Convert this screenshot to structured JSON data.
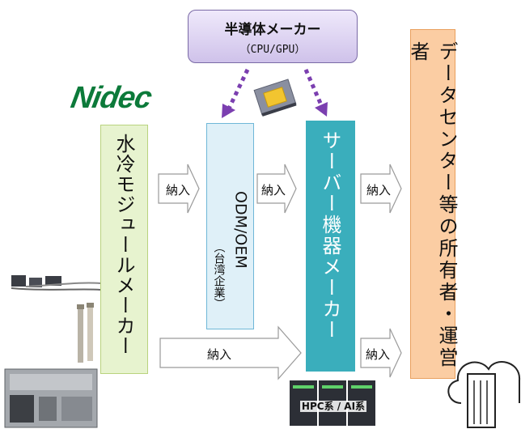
{
  "semiconductor": {
    "title": "半導体メーカー",
    "subtitle": "（CPU/GPU）"
  },
  "logo": "Nidec",
  "boxes": {
    "water_cooling": "水冷モジュールメーカー",
    "odm_main": "ODM/OEM",
    "odm_sub": "（台湾企業）",
    "server_maker": "サーバー機器メーカー",
    "datacenter": "データセンター等の所有者・運営者"
  },
  "arrows": {
    "deliver_1": "納入",
    "deliver_2": "納入",
    "deliver_3": "納入",
    "deliver_4": "納入",
    "deliver_5": "納入"
  },
  "hpc_label": "HPC系 / AI系",
  "colors": {
    "purple": "#7b3fb0",
    "water_cooling_bg": "#e7f3cf",
    "odm_bg": "#dff0f8",
    "server_bg": "#3aaebc",
    "datacenter_bg": "#fbcda3",
    "logo": "#0c7a3a"
  }
}
